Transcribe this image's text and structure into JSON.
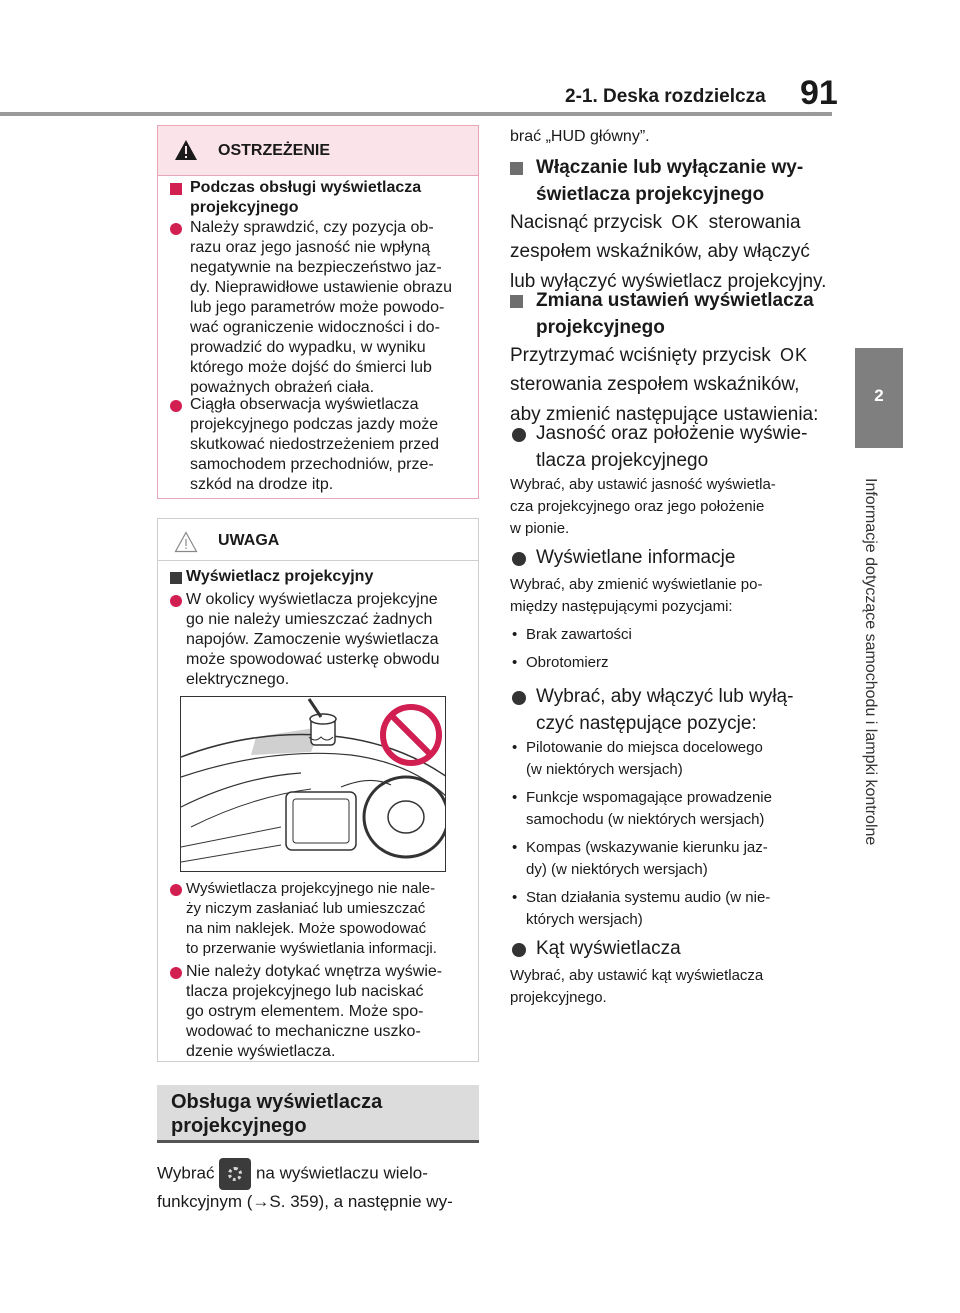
{
  "header": {
    "section": "2-1. Deska rozdzielcza",
    "page_number": "91"
  },
  "side_tab": {
    "number": "2",
    "title": "Informacje dotyczące samochodu i lampki kontrolne"
  },
  "warning": {
    "title": "OSTRZEŻENIE",
    "heading_l1": "Podczas obsługi wyświetlacza",
    "heading_l2": "projekcyjnego",
    "item1": [
      "Należy sprawdzić, czy pozycja ob-",
      "razu oraz jego jasność nie wpłyną",
      "negatywnie na bezpieczeństwo jaz-",
      "dy. Nieprawidłowe ustawienie obrazu",
      "lub jego parametrów może powodo-",
      "wać ograniczenie widoczności i do-",
      "prowadzić do wypadku, w wyniku",
      "którego może dojść do śmierci lub",
      "poważnych obrażeń ciała."
    ],
    "item2": [
      "Ciągła obserwacja wyświetlacza",
      "projekcyjnego podczas jazdy może",
      "skutkować niedostrzeżeniem przed",
      "samochodem przechodniów, prze-",
      "szkód na drodze itp."
    ]
  },
  "notice": {
    "title": "UWAGA",
    "heading": "Wyświetlacz projekcyjny",
    "item1": [
      "W okolicy wyświetlacza projekcyjne",
      "go nie należy umieszczać żadnych",
      "napojów. Zamoczenie wyświetlacza",
      "może spowodować usterkę obwodu",
      "elektrycznego."
    ],
    "item2": [
      "Wyświetlacza projekcyjnego nie nale-",
      "ży niczym zasłaniać lub umieszczać",
      "na nim naklejek. Może spowodować",
      "to przerwanie wyświetlania informacji."
    ],
    "item3": [
      "Nie należy dotykać wnętrza wyświe-",
      "tlacza projekcyjnego lub naciskać",
      "go ostrym elementem. Może spo-",
      "wodować to mechaniczne uszko-",
      "dzenie wyświetlacza."
    ]
  },
  "section": {
    "title_l1": "Obsługa wyświetlacza",
    "title_l2": "projekcyjnego",
    "p1_a": "Wybrać",
    "p1_b": "na wyświetlaczu wielo-",
    "p2": "funkcyjnym (→S. 359), a następnie wy-",
    "p3": "brać „HUD główny”."
  },
  "right": {
    "h1_l1": "Włączanie lub wyłączanie wy-",
    "h1_l2": "świetlacza projekcyjnego",
    "h1_p_l1a": "Nacisnąć przycisk",
    "ok_label": "OK",
    "h1_p_l1b": "sterowania",
    "h1_p_l2": "zespołem wskaźników, aby włączyć",
    "h1_p_l3": "lub wyłączyć wyświetlacz projekcyjny.",
    "h2_l1": "Zmiana ustawień wyświetlacza",
    "h2_l2": "projekcyjnego",
    "h2_p_l1a": "Przytrzymać wciśnięty przycisk",
    "h2_p_l2": "sterowania zespołem wskaźników,",
    "h2_p_l3": "aby zmienić następujące ustawienia:",
    "s1_l1": "Jasność oraz położenie wyświe-",
    "s1_l2": "tlacza projekcyjnego",
    "s1_p": [
      "Wybrać, aby ustawić jasność wyświetla-",
      "cza projekcyjnego oraz jego położenie",
      "w pionie."
    ],
    "s2": "Wyświetlane informacje",
    "s2_p": [
      "Wybrać, aby zmienić wyświetlanie po-",
      "między następującymi pozycjami:"
    ],
    "s2_bullets": [
      "Brak zawartości",
      "Obrotomierz"
    ],
    "s3_l1": "Wybrać, aby włączyć lub wyłą-",
    "s3_l2": "czyć następujące pozycje:",
    "s3_bullets": [
      [
        "Pilotowanie do miejsca docelowego",
        "(w niektórych wersjach)"
      ],
      [
        "Funkcje wspomagające prowadzenie",
        "samochodu (w niektórych wersjach)"
      ],
      [
        "Kompas (wskazywanie kierunku jaz-",
        "dy) (w niektórych wersjach)"
      ],
      [
        "Stan działania systemu audio (w nie-",
        "których wersjach)"
      ]
    ],
    "s4": "Kąt wyświetlacza",
    "s4_p": [
      "Wybrać, aby ustawić kąt wyświetlacza",
      "projekcyjnego."
    ]
  },
  "colors": {
    "warning_accent": "#d21f52",
    "warning_bg": "#fbe3ea",
    "section_bg": "#dcdcdc"
  }
}
